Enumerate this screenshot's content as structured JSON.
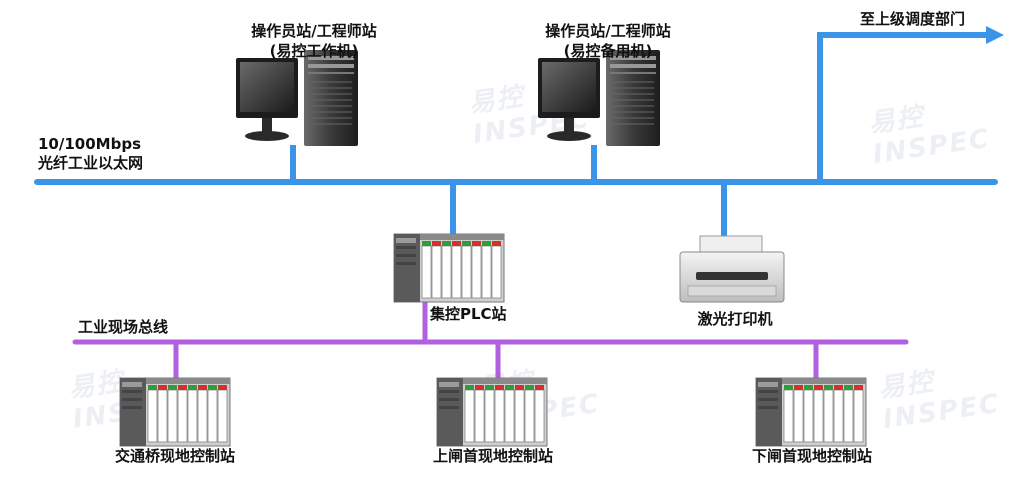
{
  "watermark": {
    "brand": "易控",
    "text": "INSPEC"
  },
  "ethernet": {
    "label_speed": "10/100Mbps",
    "label_type": "光纤工业以太网"
  },
  "uplink": {
    "label": "至上级调度部门"
  },
  "workstation_main": {
    "title": "操作员站/工程师站",
    "subtitle": "(易控工作机)"
  },
  "workstation_backup": {
    "title": "操作员站/工程师站",
    "subtitle": "(易控备用机)"
  },
  "central_plc": {
    "label": "集控PLC站"
  },
  "printer": {
    "label": "激光打印机"
  },
  "fieldbus": {
    "label": "工业现场总线"
  },
  "stations": [
    {
      "label": "交通桥现地控制站"
    },
    {
      "label": "上闸首现地控制站"
    },
    {
      "label": "下闸首现地控制站"
    }
  ],
  "colors": {
    "ethernet": "#3a95e8",
    "fieldbus": "#b25fe0",
    "plc_green": "#2f9d3a",
    "plc_red": "#d43030"
  }
}
